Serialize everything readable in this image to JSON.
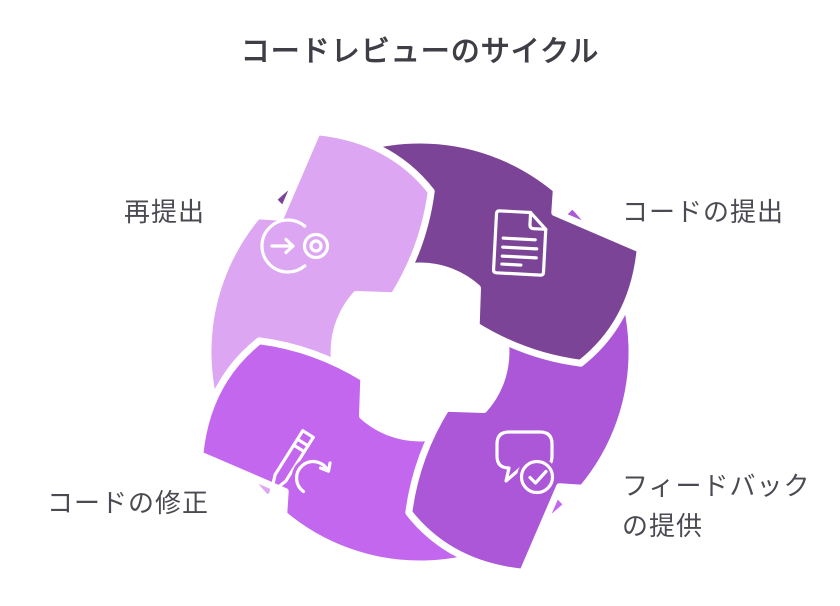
{
  "title": {
    "text": "コードレビューのサイクル"
  },
  "colors": {
    "background": "#ffffff",
    "title_text": "#3f3e46",
    "label_text": "#4b4a52",
    "gap_outline": "#ffffff",
    "icon_stroke": "#ffffff"
  },
  "cycle": {
    "direction": "clockwise",
    "steps": [
      {
        "label": "コードの提出",
        "color": "#7c4496",
        "icon": "document-icon",
        "position": "top-right"
      },
      {
        "label": "フィードバック\nの提供",
        "color": "#ab57d7",
        "icon": "chat-check-icon",
        "position": "bottom-right"
      },
      {
        "label": "コードの修正",
        "color": "#c367ef",
        "icon": "pencil-refresh-icon",
        "position": "bottom-left"
      },
      {
        "label": "再提出",
        "color": "#dca6f3",
        "icon": "arrow-target-icon",
        "position": "top-left"
      }
    ]
  }
}
